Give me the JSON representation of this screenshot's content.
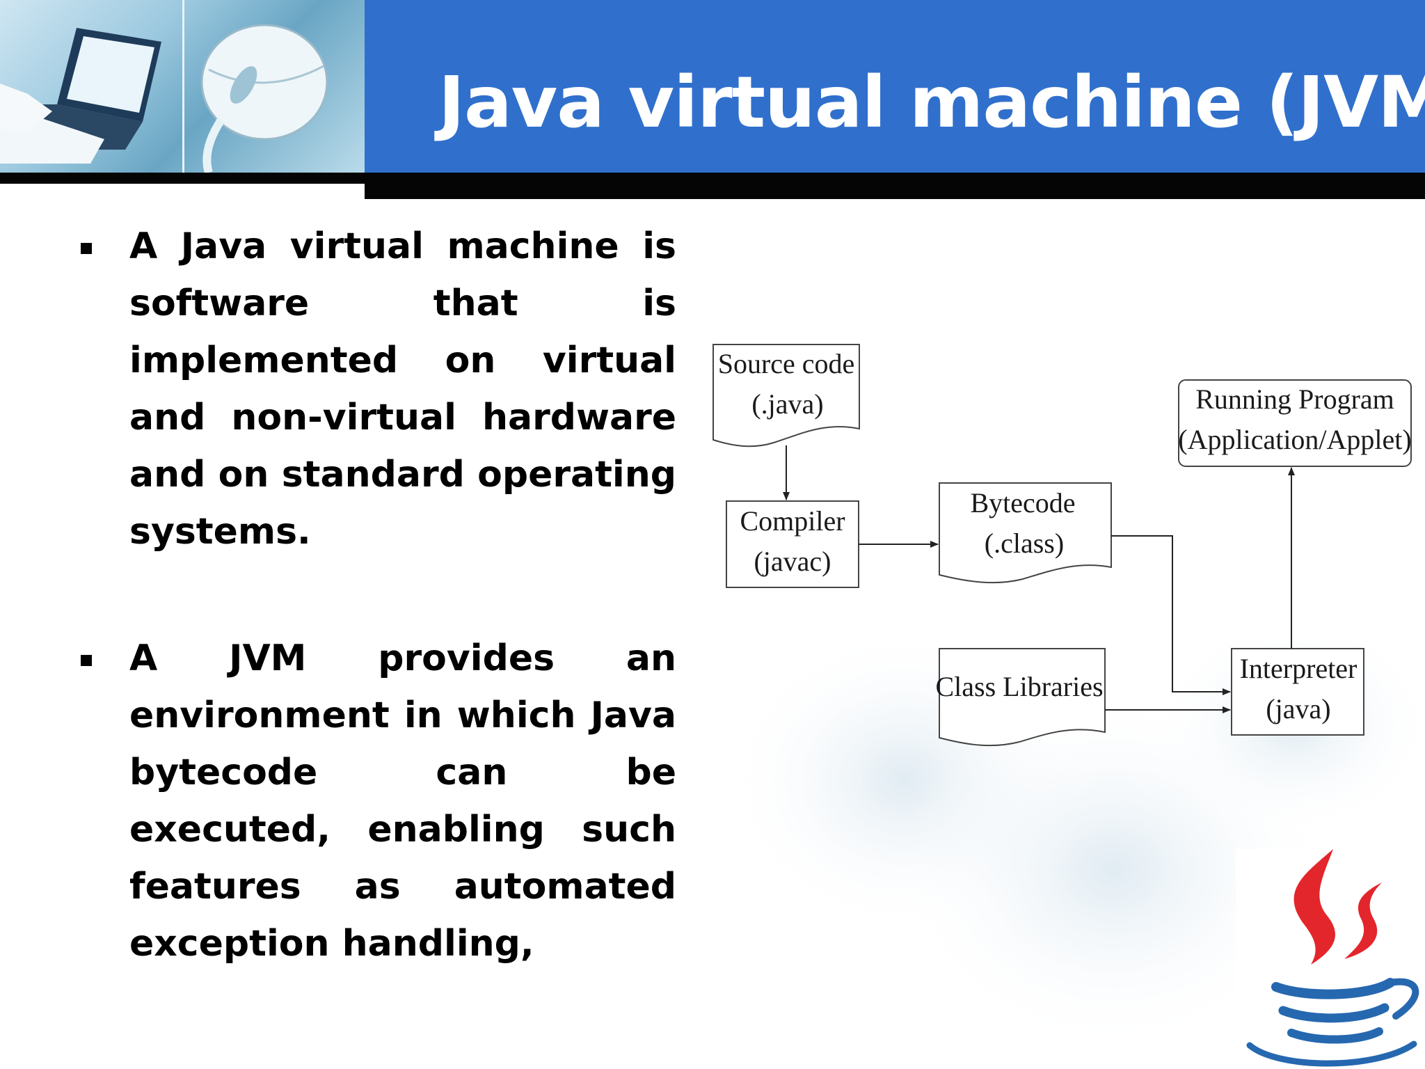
{
  "title": "Java virtual machine (JVM)",
  "bullets": [
    {
      "text": "A Java virtual machine is software that is implemented on virtual and non-virtual hardware and on standard operating systems."
    },
    {
      "text": "A JVM provides an environment in which Java bytecode can be executed, enabling such features as automated exception handling,"
    }
  ],
  "diagram": {
    "source": {
      "line1": "Source code",
      "line2": "(.java)"
    },
    "compiler": {
      "line1": "Compiler",
      "line2": "(javac)"
    },
    "bytecode": {
      "line1": "Bytecode",
      "line2": "(.class)"
    },
    "libraries": {
      "line1": "Class Libraries"
    },
    "interpreter": {
      "line1": "Interpreter",
      "line2": "(java)"
    },
    "running": {
      "line1": "Running Program",
      "line2": "(Application/Applet)"
    }
  },
  "colors": {
    "header_band": "#3070cc",
    "header_rule": "#050505",
    "title_text": "#ffffff",
    "logo_red": "#e2262b",
    "logo_blue": "#2668b0"
  },
  "icons": {
    "header_photo": "laptop-and-mouse-photo",
    "logo": "java-coffee-cup-logo"
  }
}
